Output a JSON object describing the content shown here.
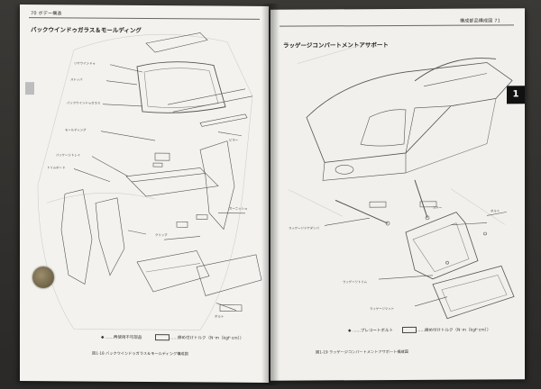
{
  "left_page": {
    "header": "70 ボデー構造",
    "title": "バックウインドゥガラス＆モールディング",
    "legend_item1": "◆ ……再使用不可部品",
    "legend_item2": "……締め付けトルク（N･m｛kgf･cm｝）",
    "caption": "図1-18 バックウインドゥガラス＆モールディング構成図"
  },
  "right_page": {
    "header": "構成部品構成図 71",
    "title": "ラッゲージコンパートメントアサボート",
    "chapter_tab": "1",
    "legend_item1": "◆ ……プレコートボルト",
    "legend_item2": "……締め付けトルク（N･m｛kgf･cm｝）",
    "caption": "図1-19 ラッゲージコンパートメントアサボート構成図"
  },
  "colors": {
    "paper": "#f3f2ee",
    "ink": "#333333",
    "tab": "#111111",
    "coin": "#7a6c50"
  }
}
